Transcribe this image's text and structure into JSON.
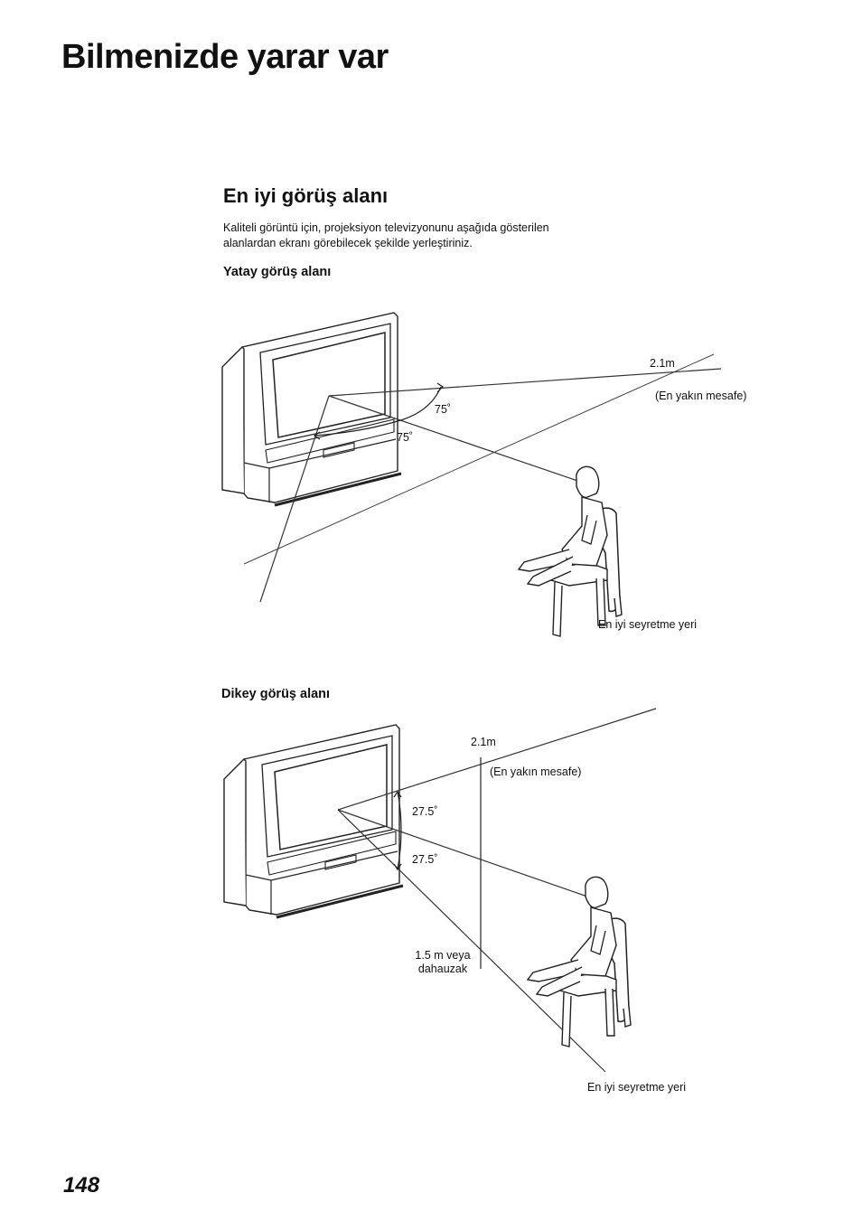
{
  "page": {
    "title": "Bilmenizde yarar var",
    "number": "148"
  },
  "section": {
    "title": "En iyi görüş alanı",
    "intro_lines": [
      "Kaliteli görüntü için, projeksiyon televizyonunu aşağıda gösterilen",
      "alanlardan ekranı görebilecek şekilde yerleştiriniz."
    ]
  },
  "horizontal": {
    "heading": "Yatay görüş alanı",
    "distance": "2.1m",
    "distance_note": "(En yakın mesafe)",
    "angle_upper": "75˚",
    "angle_lower": "75˚",
    "best_spot": "En iyi seyretme yeri"
  },
  "vertical": {
    "heading": "Dikey görüş alanı",
    "distance": "2.1m",
    "distance_note": "(En yakın mesafe)",
    "angle_upper": "27.5˚",
    "angle_lower": "27.5˚",
    "min_distance_line1": "1.5 m veya",
    "min_distance_line2": "dahauzak",
    "best_spot": "En iyi seyretme yeri"
  }
}
